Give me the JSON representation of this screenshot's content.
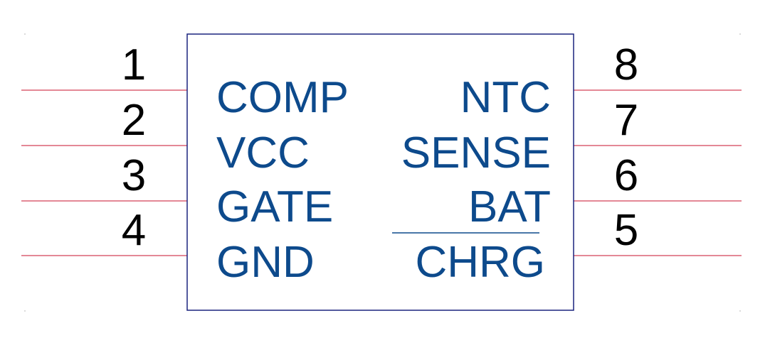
{
  "component": {
    "pins_left": [
      {
        "number": "1",
        "name": "COMP"
      },
      {
        "number": "2",
        "name": "VCC"
      },
      {
        "number": "3",
        "name": "GATE"
      },
      {
        "number": "4",
        "name": "GND"
      }
    ],
    "pins_right": [
      {
        "number": "8",
        "name": "NTC"
      },
      {
        "number": "7",
        "name": "SENSE"
      },
      {
        "number": "6",
        "name": "BAT"
      },
      {
        "number": "5",
        "name": "CHRG",
        "overbar": true
      }
    ]
  },
  "colors": {
    "pin_line": "#c8102e",
    "body_outline": "#1a237e",
    "pin_name": "#0d4a8c",
    "pin_number": "#000000"
  }
}
